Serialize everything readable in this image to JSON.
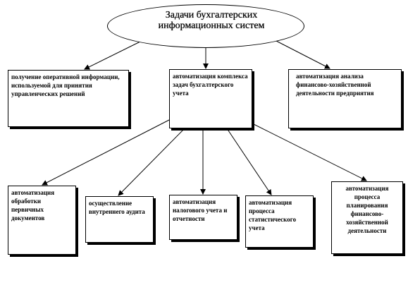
{
  "root": {
    "title_line1": "Задачи бухгалтерских",
    "title_line2": "информационных систем"
  },
  "level1": [
    {
      "text": "получение оперативной информации, используемой для принятия управленческих решений"
    },
    {
      "text": "автоматизация комплекса задач бухгалтерского учета"
    },
    {
      "text": "автоматизация анализа финансово-хозяйственной деятельности предприятия"
    }
  ],
  "level2": [
    {
      "text": "автоматизация обработки первичных документов"
    },
    {
      "text": "осуществление внутреннего аудита"
    },
    {
      "text": "автоматизация налогового учета и отчетности"
    },
    {
      "text": "автоматизация процесса статистического учета"
    },
    {
      "text": "автоматизация процесса планирования финансово-хозяйственной деятельности"
    }
  ]
}
